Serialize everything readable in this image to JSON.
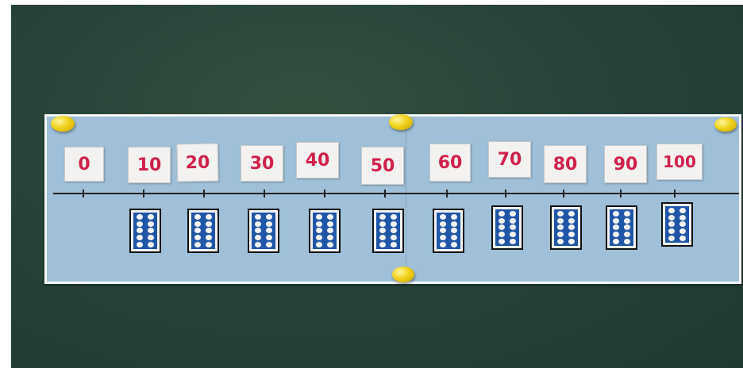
{
  "number_line": {
    "labels": [
      "0",
      "10",
      "20",
      "30",
      "40",
      "50",
      "60",
      "70",
      "80",
      "90",
      "100"
    ],
    "ten_frames": {
      "count": 10,
      "dots_per_frame": 10
    }
  },
  "colors": {
    "chalkboard": "#28443a",
    "panel": "#9fc0d8",
    "number_text": "#d0204a",
    "ten_frame_fill": "#1f56a8",
    "magnet": "#f0d21a"
  },
  "icons": {
    "magnet": "yellow-magnet-icon"
  }
}
